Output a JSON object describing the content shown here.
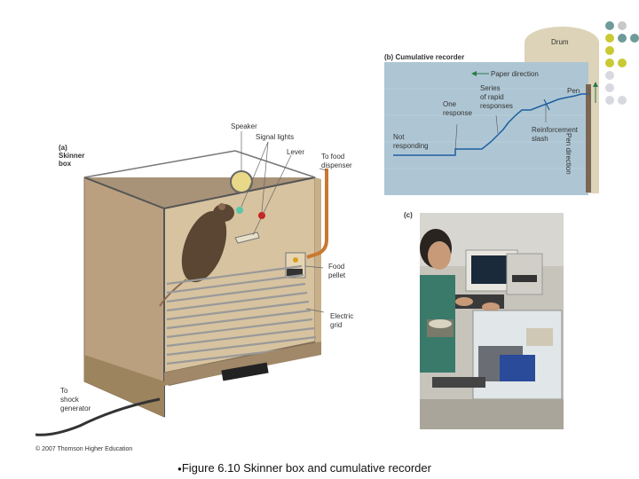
{
  "decor_dots": [
    {
      "color": "#6f9a9a"
    },
    {
      "color": "#c8c8c8"
    },
    {
      "color": "#c9c934"
    },
    {
      "color": "#6f9a9a"
    },
    {
      "color": "#6f9a9a"
    },
    {
      "color": "#c9c934"
    },
    {
      "color": "#c9c934"
    },
    {
      "color": "#c9c934"
    },
    {
      "color": "#d8d8e0"
    },
    {
      "color": "#d8d8e0"
    },
    {
      "color": "#d8d8e0"
    },
    {
      "color": "#d8d8e0"
    }
  ],
  "panel_a": {
    "title_line1": "(a)",
    "title_line2": "Skinner",
    "title_line3": "box",
    "labels": {
      "speaker": "Speaker",
      "signal_lights": "Signal lights",
      "lever": "Lever",
      "to_food_1": "To food",
      "to_food_2": "dispenser",
      "food_pellet_1": "Food",
      "food_pellet_2": "pellet",
      "electric_grid_1": "Electric",
      "electric_grid_2": "grid",
      "to_shock_1": "To",
      "to_shock_2": "shock",
      "to_shock_3": "generator"
    }
  },
  "panel_b": {
    "title": "(b) Cumulative recorder",
    "labels": {
      "drum": "Drum",
      "paper_direction": "Paper direction",
      "pen": "Pen",
      "pen_direction": "Pen direction",
      "series_1": "Series",
      "series_2": "of rapid",
      "series_3": "responses",
      "one_1": "One",
      "one_2": "response",
      "not_1": "Not",
      "not_2": "responding",
      "reinf_1": "Reinforcement",
      "reinf_2": "slash"
    }
  },
  "panel_c": {
    "title": "(c)"
  },
  "copyright": "© 2007 Thomson Higher Education",
  "caption": "Figure 6.10  Skinner box and cumulative recorder",
  "caption_bullet": "●"
}
